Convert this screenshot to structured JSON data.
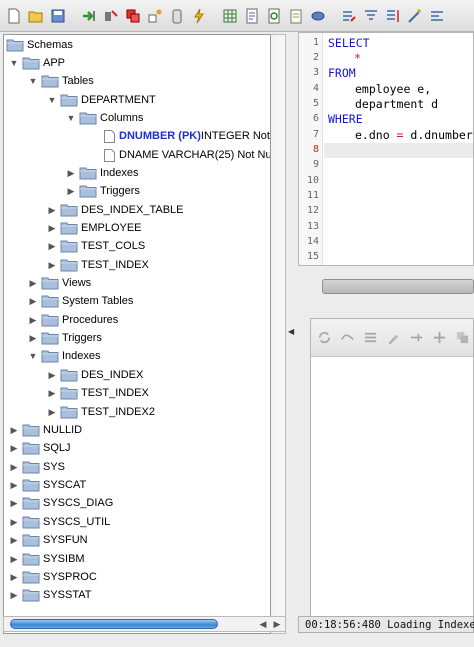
{
  "toolbar": {
    "icons": [
      "new-file-icon",
      "open-folder-icon",
      "save-icon",
      "connect-icon",
      "disconnect-icon",
      "stop-icon",
      "wrench-icon",
      "clipboard-icon",
      "lightning-icon",
      "grid-icon",
      "document-icon",
      "refresh-doc-icon",
      "notepad-icon",
      "disk-icon",
      "edit-icon",
      "filter-icon",
      "sort-icon",
      "wand-icon",
      "format-icon"
    ]
  },
  "tree": {
    "root": "Schemas",
    "app": "APP",
    "tables": "Tables",
    "department": "DEPARTMENT",
    "columns": "Columns",
    "col1_name": "DNUMBER (PK)",
    "col1_type": " INTEGER Not",
    "col2": "DNAME VARCHAR(25) Not Nu",
    "indexes_sub": "Indexes",
    "triggers_sub": "Triggers",
    "des_index_table": "DES_INDEX_TABLE",
    "employee": "EMPLOYEE",
    "test_cols": "TEST_COLS",
    "test_index_tbl": "TEST_INDEX",
    "views": "Views",
    "system_tables": "System Tables",
    "procedures": "Procedures",
    "triggers": "Triggers",
    "indexes": "Indexes",
    "des_index": "DES_INDEX",
    "test_index": "TEST_INDEX",
    "test_index2": "TEST_INDEX2",
    "schemas": [
      "NULLID",
      "SQLJ",
      "SYS",
      "SYSCAT",
      "SYSCS_DIAG",
      "SYSCS_UTIL",
      "SYSFUN",
      "SYSIBM",
      "SYSPROC",
      "SYSSTAT"
    ]
  },
  "editor": {
    "line_numbers": [
      "1",
      "2",
      "3",
      "4",
      "5",
      "6",
      "7",
      "8",
      "9",
      "10",
      "11",
      "12",
      "13",
      "14",
      "15"
    ],
    "current_line": "8",
    "l1": "SELECT",
    "l2": "*",
    "l3": "FROM",
    "l4": "employee e,",
    "l5": "department d",
    "l6": "WHERE",
    "l7a": "e.dno ",
    "l7b": "=",
    "l7c": " d.dnumber"
  },
  "results": {
    "icons": [
      "refresh-icon",
      "connect-icon",
      "list-icon",
      "edit-icon",
      "add-row-icon",
      "insert-icon",
      "copy-icon"
    ]
  },
  "status": {
    "text": "00:18:56:480 Loading Indexe"
  },
  "colors": {
    "keyword": "#1515d0",
    "pk_column": "#1a2fd6",
    "folder": "#7f9fc4"
  }
}
